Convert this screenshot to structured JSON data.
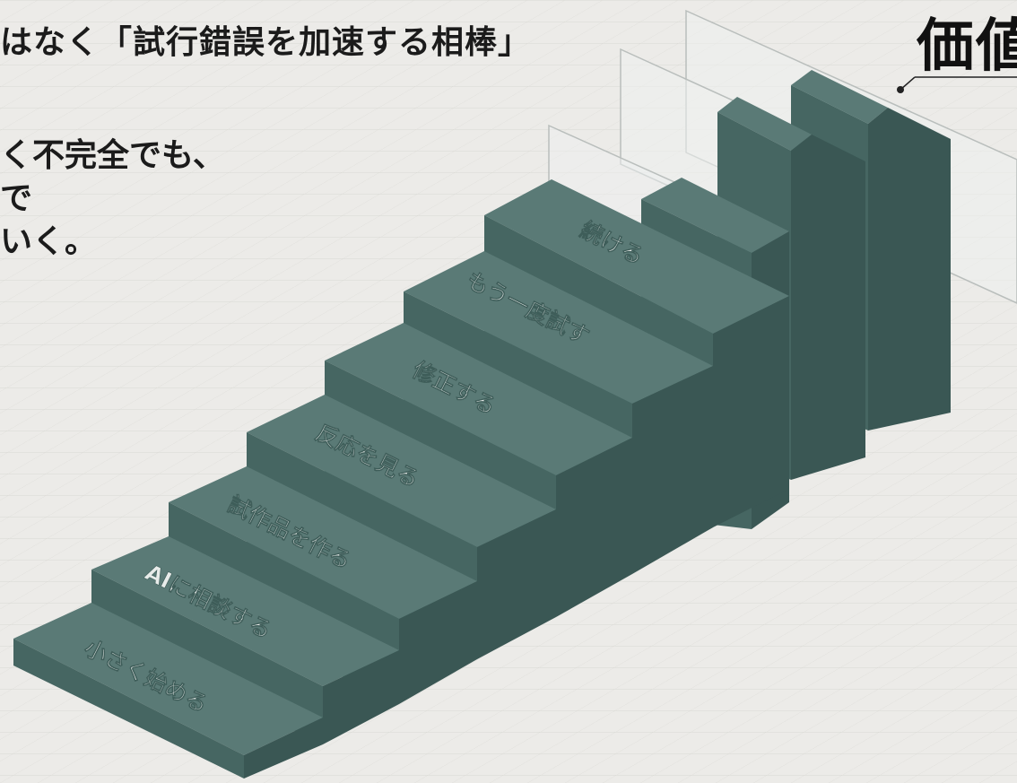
{
  "headline": "はなく「試行錯誤を加速する相棒」",
  "body_lines": [
    "く不完全でも、",
    "で",
    "いく。"
  ],
  "value_label": "価値",
  "steps": [
    {
      "label": "小さく始める"
    },
    {
      "label": "AIに相談する"
    },
    {
      "label": "試作品を作る"
    },
    {
      "label": "反応を見る"
    },
    {
      "label": "修正する"
    },
    {
      "label": "もう一度試す"
    },
    {
      "label": "続ける"
    }
  ],
  "colors": {
    "background": "#ecebe8",
    "grid": "#d9d8d3",
    "step_top": "#5a7a76",
    "step_front": "#466662",
    "step_side": "#3a5754",
    "glass": "#e8ebea",
    "text": "#1b1b1b"
  }
}
